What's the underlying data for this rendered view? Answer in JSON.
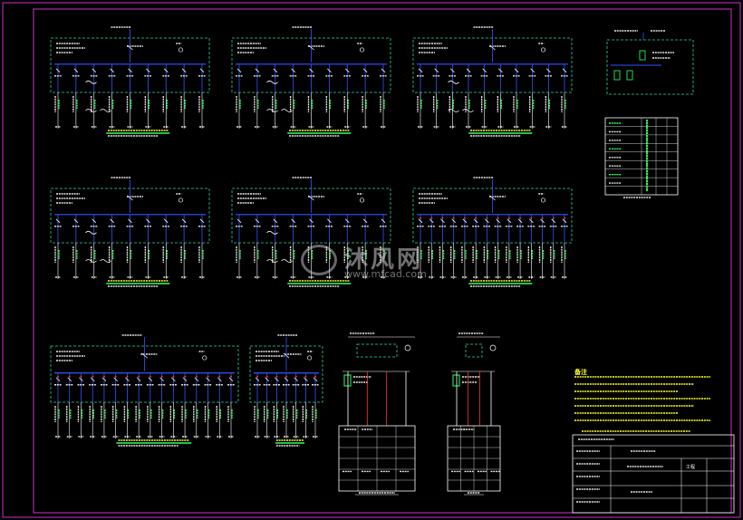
{
  "watermark": {
    "title": "沐风网",
    "url": "www.mfcad.com"
  },
  "notes": {
    "title": "备注"
  },
  "title_block": {
    "project_name": "工程"
  },
  "colors": {
    "frame": "#cc33cc",
    "bus": "#3355ff",
    "box_dash": "#2ad4a0",
    "text": "#e6e6e6",
    "text_yellow": "#ffff33",
    "text_green": "#33ff66",
    "breaker_green": "#22dd44",
    "red": "#ff3333",
    "white": "#ffffff"
  }
}
